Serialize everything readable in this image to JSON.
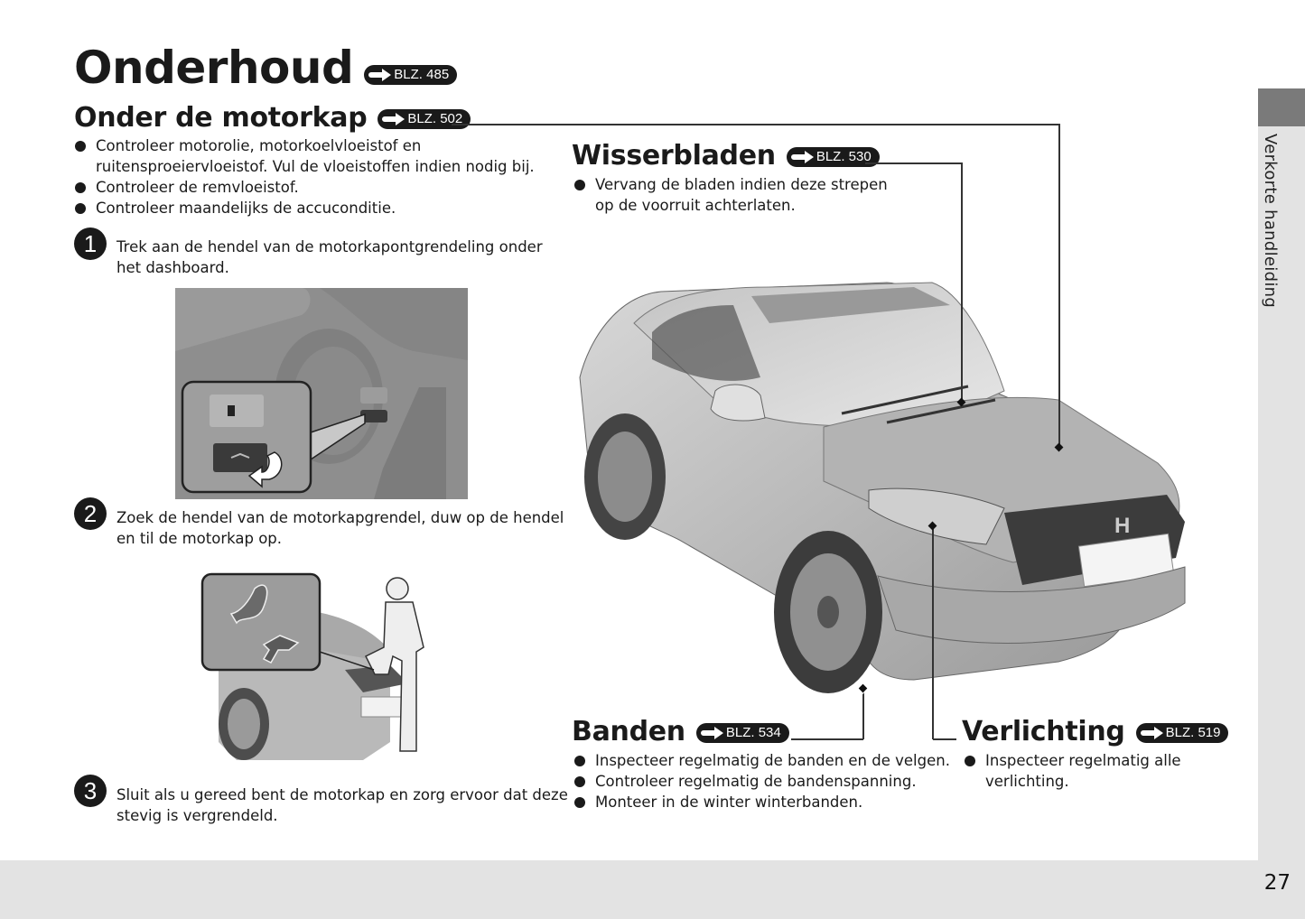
{
  "page": {
    "title": "Onderhoud",
    "title_ref": "BLZ. 485",
    "side_tab": "Verkorte handleiding",
    "page_number": "27"
  },
  "under_hood": {
    "heading": "Onder de motorkap",
    "ref": "BLZ. 502",
    "bullets": [
      "Controleer motorolie, motorkoelvloeistof en ruitensproeiervloeistof. Vul de vloeistoffen indien nodig bij.",
      "Controleer de remvloeistof.",
      "Controleer maandelijks de accuconditie."
    ],
    "steps": [
      {
        "num": "1",
        "text": "Trek aan de hendel van de motorkapontgrendeling onder het dashboard."
      },
      {
        "num": "2",
        "text": "Zoek de hendel van de motorkapgrendel, duw op de hendel en til de motorkap op."
      },
      {
        "num": "3",
        "text": "Sluit als u gereed bent de motorkap en zorg ervoor dat deze stevig is vergrendeld."
      }
    ]
  },
  "wipers": {
    "heading": "Wisserbladen",
    "ref": "BLZ. 530",
    "bullets": [
      "Vervang de bladen indien deze strepen op de voorruit achterlaten."
    ]
  },
  "tires": {
    "heading": "Banden",
    "ref": "BLZ. 534",
    "bullets": [
      "Inspecteer regelmatig de banden en de velgen.",
      "Controleer regelmatig de bandenspanning.",
      "Monteer in de winter winterbanden."
    ]
  },
  "lights": {
    "heading": "Verlichting",
    "ref": "BLZ. 519",
    "bullets": [
      "Inspecteer regelmatig alle verlichting."
    ]
  },
  "icons": {
    "ref_arrow": "arrow-right-icon",
    "bullet": "filled-circle"
  },
  "colors": {
    "text": "#1a1a1a",
    "badge_bg": "#1a1a1a",
    "sidebar_bg": "#e3e3e3",
    "sidebar_accent": "#7a7a7a",
    "footer_bg": "#e3e3e3"
  }
}
